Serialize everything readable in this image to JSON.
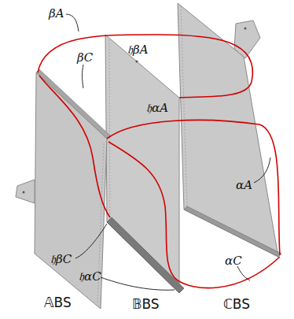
{
  "diagram": {
    "labels": [
      "βA",
      "βC",
      "𝔥βA",
      "𝔥αA",
      "αA",
      "𝔥βC",
      "αC",
      "𝔥αC",
      "𝔸BS",
      "𝔹BS",
      "ℂBS"
    ]
  }
}
